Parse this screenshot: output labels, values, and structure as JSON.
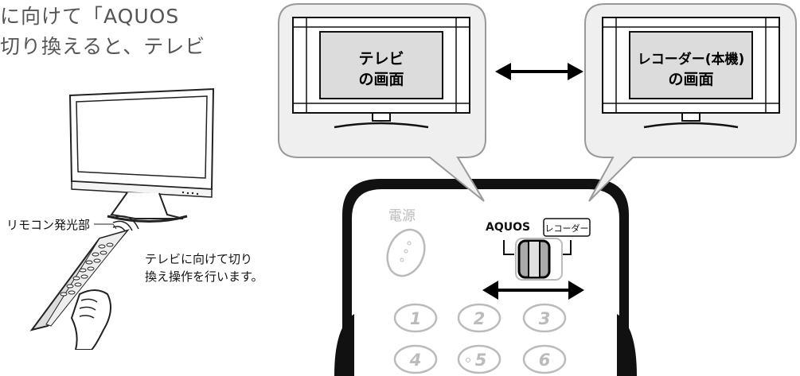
{
  "intro": {
    "line1": "に向けて「AQUOS",
    "line2": "切り換えると、テレビ"
  },
  "left": {
    "remote_label": "リモコン発光部",
    "instruction_line1": "テレビに向けて切り",
    "instruction_line2": "換え操作を行います。"
  },
  "bubbles": {
    "tv_line1": "テレビ",
    "tv_line2": "の画面",
    "rec_line1": "レコーダー(本機)",
    "rec_line2": "の画面"
  },
  "remote": {
    "power_label": "電源",
    "switch_left_label": "AQUOS",
    "switch_right_label": "レコーダー",
    "buttons": [
      "1",
      "2",
      "3",
      "4",
      "5",
      "6"
    ]
  }
}
